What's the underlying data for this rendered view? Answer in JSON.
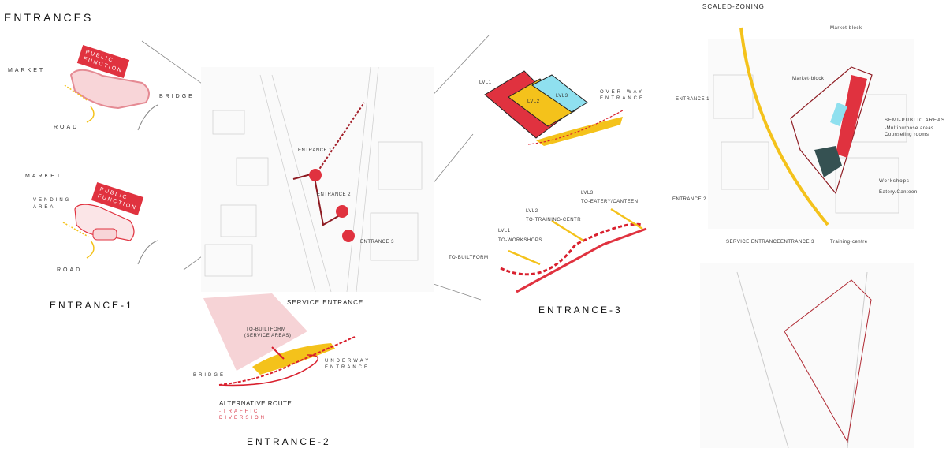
{
  "title": "ENTRANCES",
  "entrance1": {
    "heading": "ENTRANCE-1",
    "top": {
      "market": "MARKET",
      "public_function": "PUBLIC FUNCTION",
      "bridge": "BRIDGE",
      "road": "ROAD"
    },
    "bottom": {
      "market": "MARKET",
      "vending_area": "VENDING AREA",
      "public_function": "PUBLIC FUNCTION",
      "road": "ROAD"
    }
  },
  "site_map": {
    "entrance_1": "ENTRANCE 1",
    "entrance_2": "ENTRANCE 2",
    "entrance_3": "ENTRANCE 3"
  },
  "entrance2": {
    "heading": "ENTRANCE-2",
    "service_entrance": "SERVICE ENTRANCE",
    "to_builtform": "TO-BUILTFORM",
    "service_areas": "(SERVICE AREAS)",
    "underway": "UNDERWAY",
    "entrance": "ENTRANCE",
    "bridge": "BRIDGE",
    "alt_route": "ALTERNATIVE ROUTE",
    "traffic": "-TRAFFIC",
    "diversion": "DIVERSION"
  },
  "entrance3": {
    "heading": "ENTRANCE-3",
    "lvl1": "LVL1",
    "lvl2": "LVL2",
    "lvl3": "LVL3",
    "overway": "OVER-WAY",
    "overway_entrance": "ENTRANCE",
    "to_workshops": "TO-WORKSHOPS",
    "to_training": "TO-TRAINING-CENTR",
    "to_eatery": "TO-EATERY/CANTEEN",
    "to_builtform": "TO-BUILTFORM"
  },
  "zoning": {
    "heading": "SCALED-ZONING",
    "market_block_1": "Market-block",
    "market_block_2": "Market-block",
    "entrance_1": "ENTRANCE 1",
    "entrance_2": "ENTRANCE 2",
    "semi_public": "SEMI-PUBLIC AREAS",
    "multipurpose": "-Multipurpose areas",
    "counseling": "Counseling rooms",
    "workshops": "Workshops",
    "eatery": "Eatery/Canteen",
    "service_entrance": "SERVICE ENTRANCE",
    "entrance_3": "ENTRANCE 3",
    "training": "Training-centre"
  },
  "colors": {
    "red": "#e0323f",
    "darkred": "#8e1b22",
    "yellow": "#f4c21b",
    "cyan": "#8fe0ef",
    "pink": "#f6d3d6"
  }
}
